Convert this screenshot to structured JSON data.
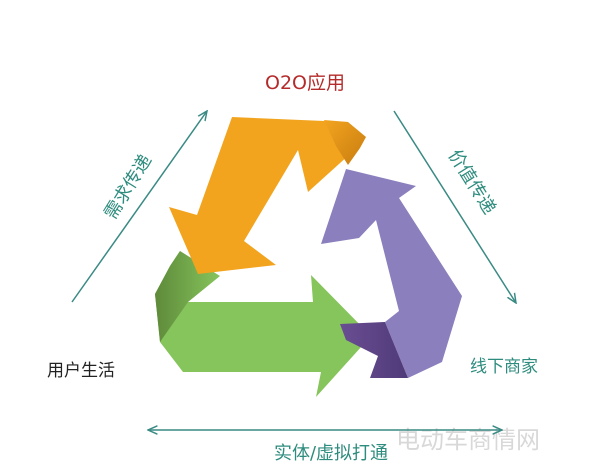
{
  "title": "O2O应用",
  "nodes": {
    "user_life": "用户生活",
    "offline_merchant": "线下商家"
  },
  "edges": {
    "demand_transfer": "需求传递",
    "value_transfer": "价值传递",
    "physical_virtual": "实体/虚拟打通"
  },
  "watermark": "电动车商情网",
  "colors": {
    "title": "#b52a2a",
    "edge_text": "#2e8c7e",
    "merchant_text": "#2e8c7e",
    "user_text": "#222222",
    "edge_line": "#3a8a84",
    "orange": "#f2a41f",
    "purple": "#8b7fbd",
    "green": "#86c45c",
    "watermark": "#d8d8d8"
  }
}
